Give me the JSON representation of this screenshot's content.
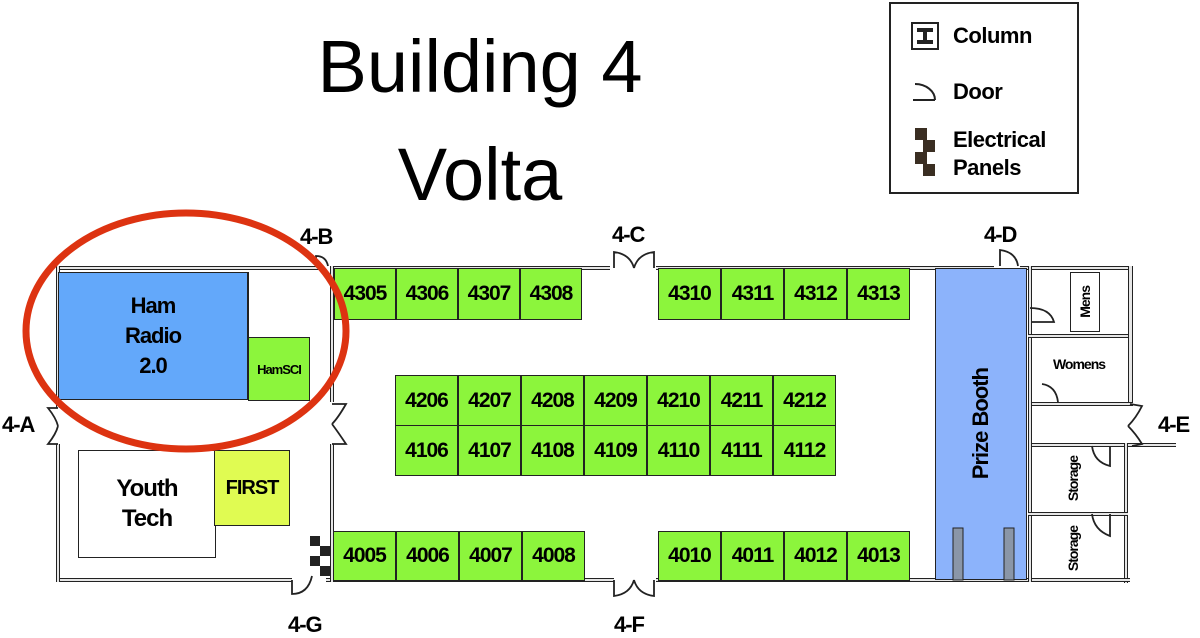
{
  "title": {
    "line1": "Building 4",
    "line2": "Volta"
  },
  "legend": {
    "items": [
      {
        "icon": "column-icon",
        "label": "Column"
      },
      {
        "icon": "door-icon",
        "label": "Door"
      },
      {
        "icon": "electrical-panel-icon",
        "label_line1": "Electrical",
        "label_line2": "Panels"
      }
    ]
  },
  "doors": [
    "4-A",
    "4-B",
    "4-C",
    "4-D",
    "4-E",
    "4-F",
    "4-G"
  ],
  "rooms": {
    "ham_radio": {
      "line1": "Ham",
      "line2": "Radio",
      "line3": "2.0",
      "color": "#63a8fa"
    },
    "hamsci": {
      "label": "HamSCI",
      "color": "#8cf53c"
    },
    "youth_tech": {
      "line1": "Youth",
      "line2": "Tech"
    },
    "first": {
      "label": "FIRST",
      "color": "#e0fb52"
    },
    "prize_booth": {
      "label": "Prize Booth",
      "color": "#8cb3fb"
    },
    "mens": {
      "label": "Mens"
    },
    "womens": {
      "label": "Womens"
    },
    "storage1": {
      "label": "Storage"
    },
    "storage2": {
      "label": "Storage"
    }
  },
  "booth_color": "#8cf53c",
  "highlight_color": "#dd3311",
  "booths": {
    "top_left": [
      "4305",
      "4306",
      "4307",
      "4308"
    ],
    "top_right": [
      "4310",
      "4311",
      "4312",
      "4313"
    ],
    "middle_top": [
      "4206",
      "4207",
      "4208",
      "4209",
      "4210",
      "4211",
      "4212"
    ],
    "middle_bottom": [
      "4106",
      "4107",
      "4108",
      "4109",
      "4110",
      "4111",
      "4112"
    ],
    "bottom_left": [
      "4005",
      "4006",
      "4007",
      "4008"
    ],
    "bottom_right": [
      "4010",
      "4011",
      "4012",
      "4013"
    ]
  }
}
